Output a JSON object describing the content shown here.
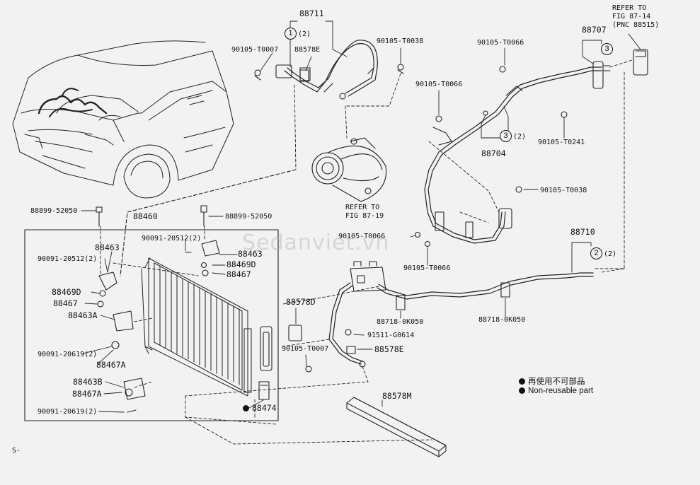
{
  "watermark": "Sedanviet.vn",
  "fig_code": "S-",
  "refs": {
    "fig_87_14_a": "REFER TO",
    "fig_87_14_b": "FIG 87-14",
    "fig_87_14_c": "(PNC 88515)",
    "fig_87_19_a": "REFER TO",
    "fig_87_19_b": "FIG 87-19"
  },
  "legend": {
    "jp": "再使用不可部品",
    "en": "Non-reusable part"
  },
  "callouts": {
    "c1": "1",
    "c1_qty": "(2)",
    "c3a": "3",
    "c3b": "3",
    "c3b_qty": "(2)",
    "c2": "2",
    "c2_qty": "(2)"
  },
  "parts": {
    "p88711": "88711",
    "p90105_T0007_top": "90105-T0007",
    "p88578E_top": "88578E",
    "p90105_T0038_top": "90105-T0038",
    "p90105_T0066_a": "90105-T0066",
    "p90105_T0066_b": "90105-T0066",
    "p88707": "88707",
    "p90105_T0241": "90105-T0241",
    "p88704": "88704",
    "p90105_T0038_mid": "90105-T0038",
    "p88899_52050_l": "88899-52050",
    "p88460": "88460",
    "p88899_52050_r": "88899-52050",
    "p90091_20512_2_t": "90091-20512(2)",
    "p88463_l": "88463",
    "p88463_r": "88463",
    "p90091_20512_2_l": "90091-20512(2)",
    "p88469D_r": "88469D",
    "p88467_r": "88467",
    "p88469D_l": "88469D",
    "p88467_l": "88467",
    "p88463A": "88463A",
    "p90091_20619_2_a": "90091-20619(2)",
    "p88467A_a": "88467A",
    "p88463B": "88463B",
    "p88467A_b": "88467A",
    "p90091_20619_2_b": "90091-20619(2)",
    "p88474": "88474",
    "p90105_T0066_c": "90105-T0066",
    "p90105_T0066_d": "90105-T0066",
    "p88710": "88710",
    "p88718_0K050_a": "88718-0K050",
    "p88718_0K050_b": "88718-0K050",
    "p88578D": "88578D",
    "p91511_G0614": "91511-G0614",
    "p90105_T0007_bot": "90105-T0007",
    "p88578E_bot": "88578E",
    "p88578M": "88578M"
  }
}
